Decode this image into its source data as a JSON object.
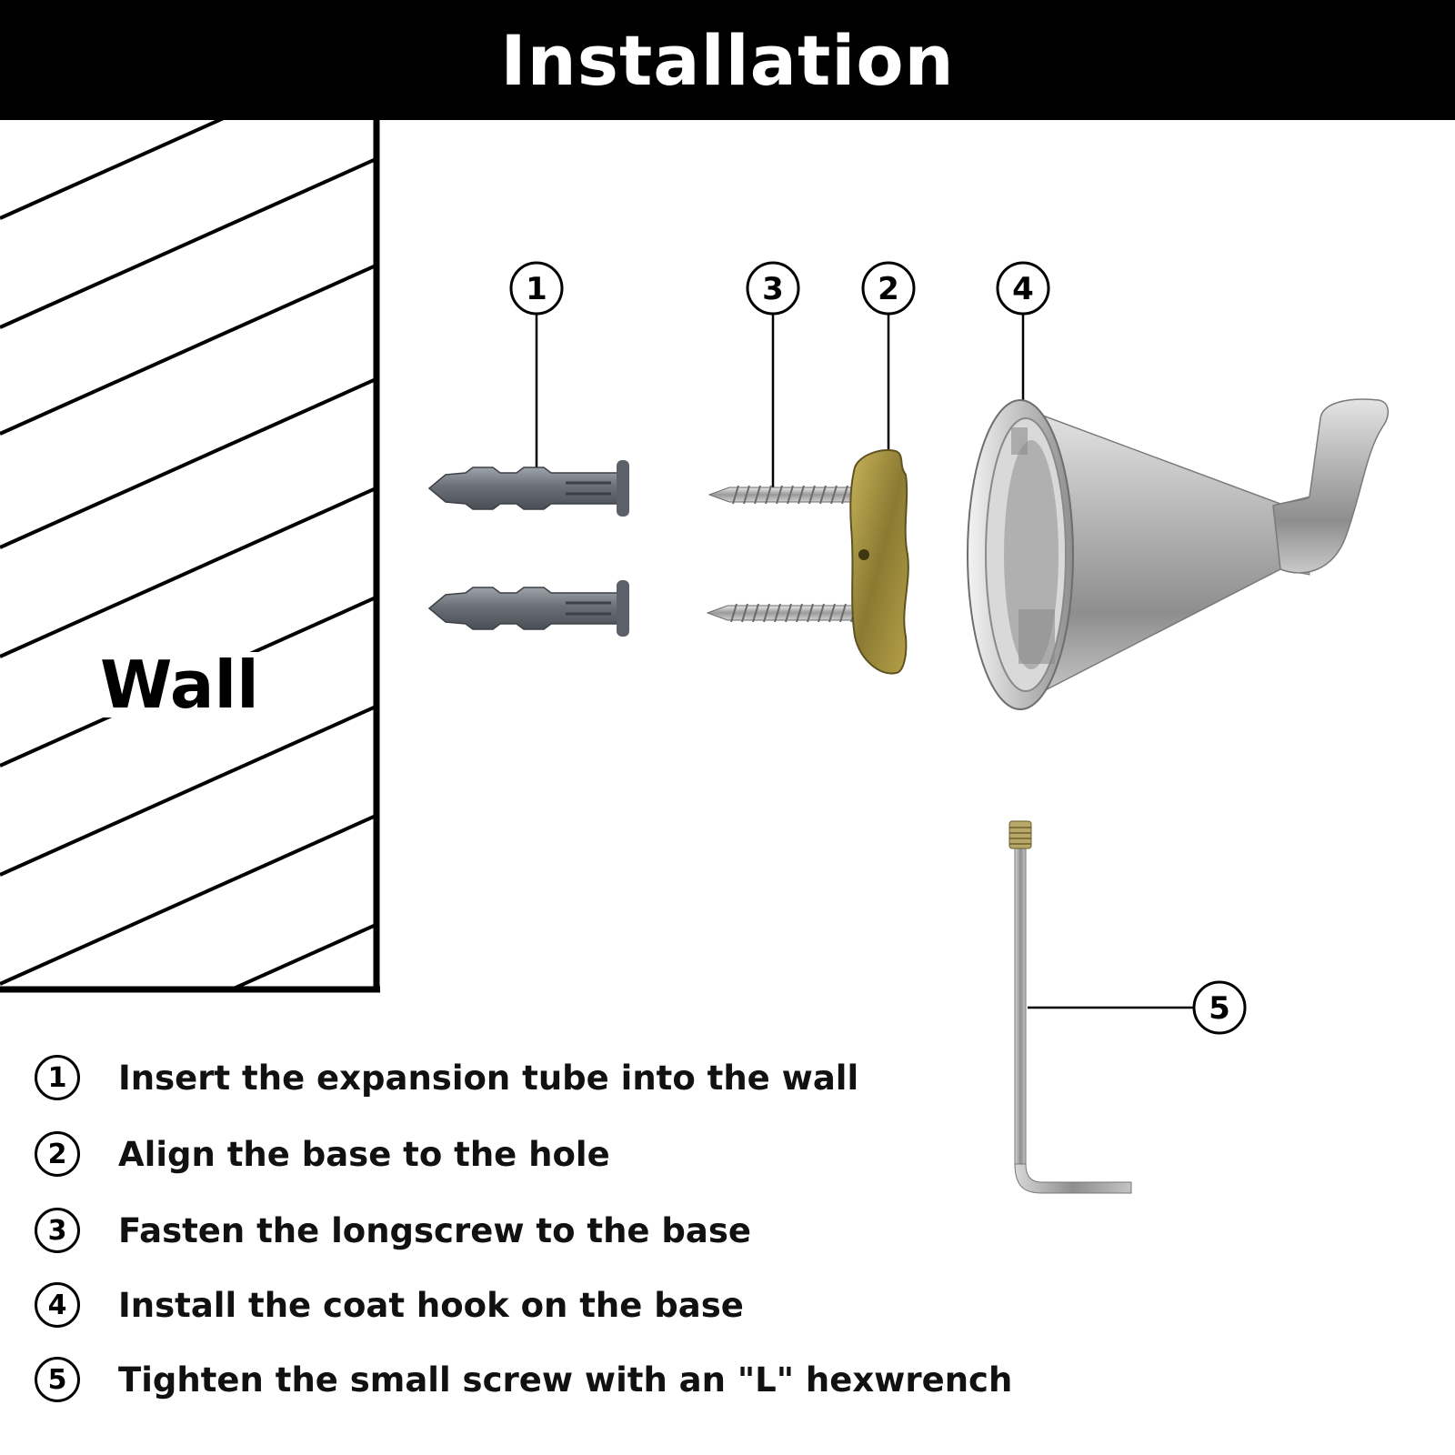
{
  "header": {
    "title": "Installation"
  },
  "wall": {
    "label": "Wall"
  },
  "callouts": [
    "1",
    "3",
    "2",
    "4",
    "5"
  ],
  "steps": [
    {
      "number": "1",
      "text": "Insert the expansion tube into the wall"
    },
    {
      "number": "2",
      "text": "Align the base to the hole"
    },
    {
      "number": "3",
      "text": "Fasten the longscrew to the base"
    },
    {
      "number": "4",
      "text": "Install the coat hook on the base"
    },
    {
      "number": "5",
      "text": "Tighten the small screw with an \"L\" hexwrench"
    }
  ],
  "colors": {
    "header_bg": "#000000",
    "header_text": "#ffffff",
    "anchor_gray": "#6b7078",
    "plate_brass": "#9a8a3c",
    "hook_steel": "#b8b8b8"
  }
}
